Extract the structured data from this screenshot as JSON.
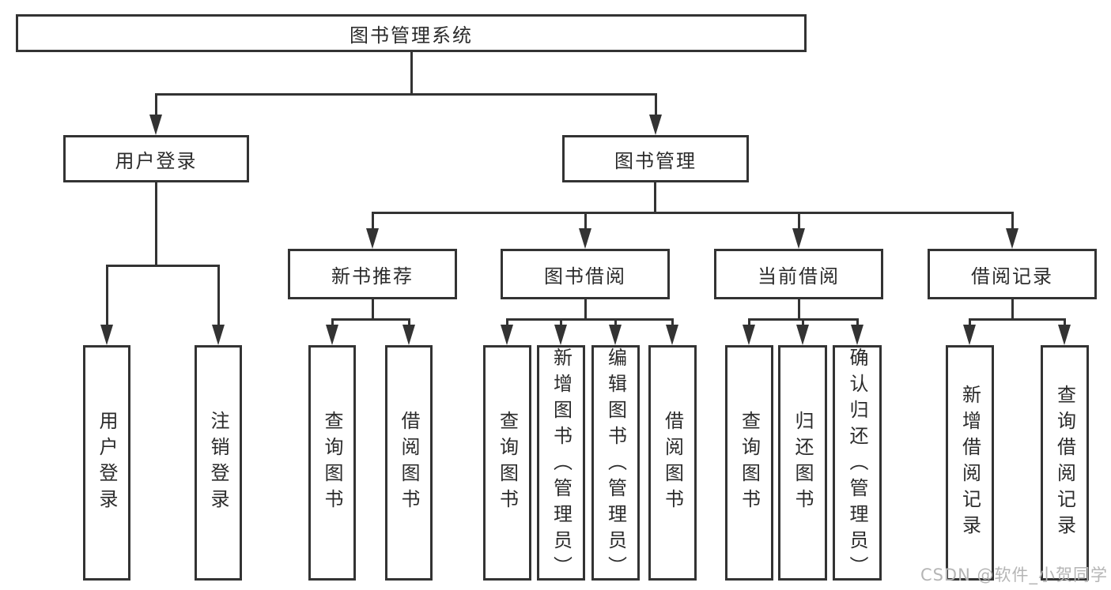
{
  "diagram": {
    "root": {
      "label": "图书管理系统"
    },
    "branches": [
      {
        "label": "用户登录",
        "children": [
          {
            "label": "用户登录"
          },
          {
            "label": "注销登录"
          }
        ]
      },
      {
        "label": "图书管理",
        "groups": [
          {
            "label": "新书推荐",
            "children": [
              {
                "label": "查询图书"
              },
              {
                "label": "借阅图书"
              }
            ]
          },
          {
            "label": "图书借阅",
            "children": [
              {
                "label": "查询图书"
              },
              {
                "label": "新增图书（管理员）"
              },
              {
                "label": "编辑图书（管理员）"
              },
              {
                "label": "借阅图书"
              }
            ]
          },
          {
            "label": "当前借阅",
            "children": [
              {
                "label": "查询图书"
              },
              {
                "label": "归还图书"
              },
              {
                "label": "确认归还（管理员）"
              }
            ]
          },
          {
            "label": "借阅记录",
            "children": [
              {
                "label": "新增借阅记录"
              },
              {
                "label": "查询借阅记录"
              }
            ]
          }
        ]
      }
    ]
  },
  "watermark": {
    "text": "CSDN @软件_小贺同学"
  },
  "colors": {
    "line": "#333333",
    "text": "#2b2b2b",
    "watermark": "#b5b5b5",
    "background": "#ffffff"
  }
}
